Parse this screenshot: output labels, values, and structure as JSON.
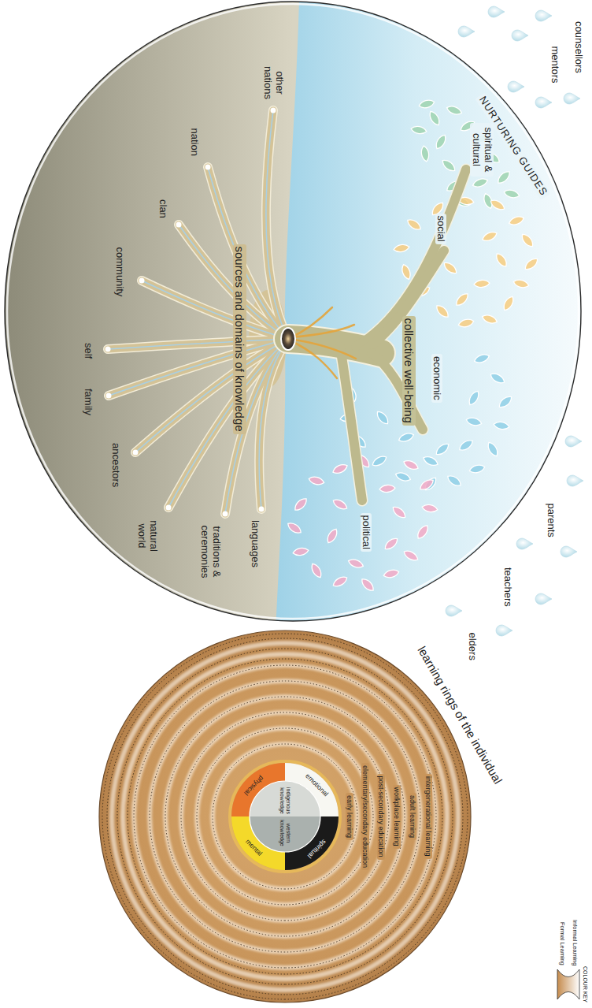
{
  "diagram": {
    "labels": [
      "counsellors",
      "mentors",
      "NURTURING GUIDES",
      "spiritual & cultural",
      "social",
      "collective well-being",
      "economic",
      "political",
      "parents",
      "teachers",
      "elders",
      "other nations",
      "nation",
      "clan",
      "community",
      "sources and domains of knowledge",
      "self",
      "family",
      "ancestors",
      "natural world",
      "traditions & ceremonies",
      "languages",
      "learning rings of the individual",
      "intergenerational learning",
      "adult learning",
      "workplace learning",
      "post-secondary education",
      "elementary/secondary education",
      "early learning",
      "emotional",
      "spiritual",
      "physical",
      "mental",
      "indigenous knowledge",
      "western knowledge",
      "COLOUR KEY"
    ],
    "legend": [
      {
        "text": "Informal Learning"
      },
      {
        "text": "Formal Learning"
      }
    ]
  }
}
